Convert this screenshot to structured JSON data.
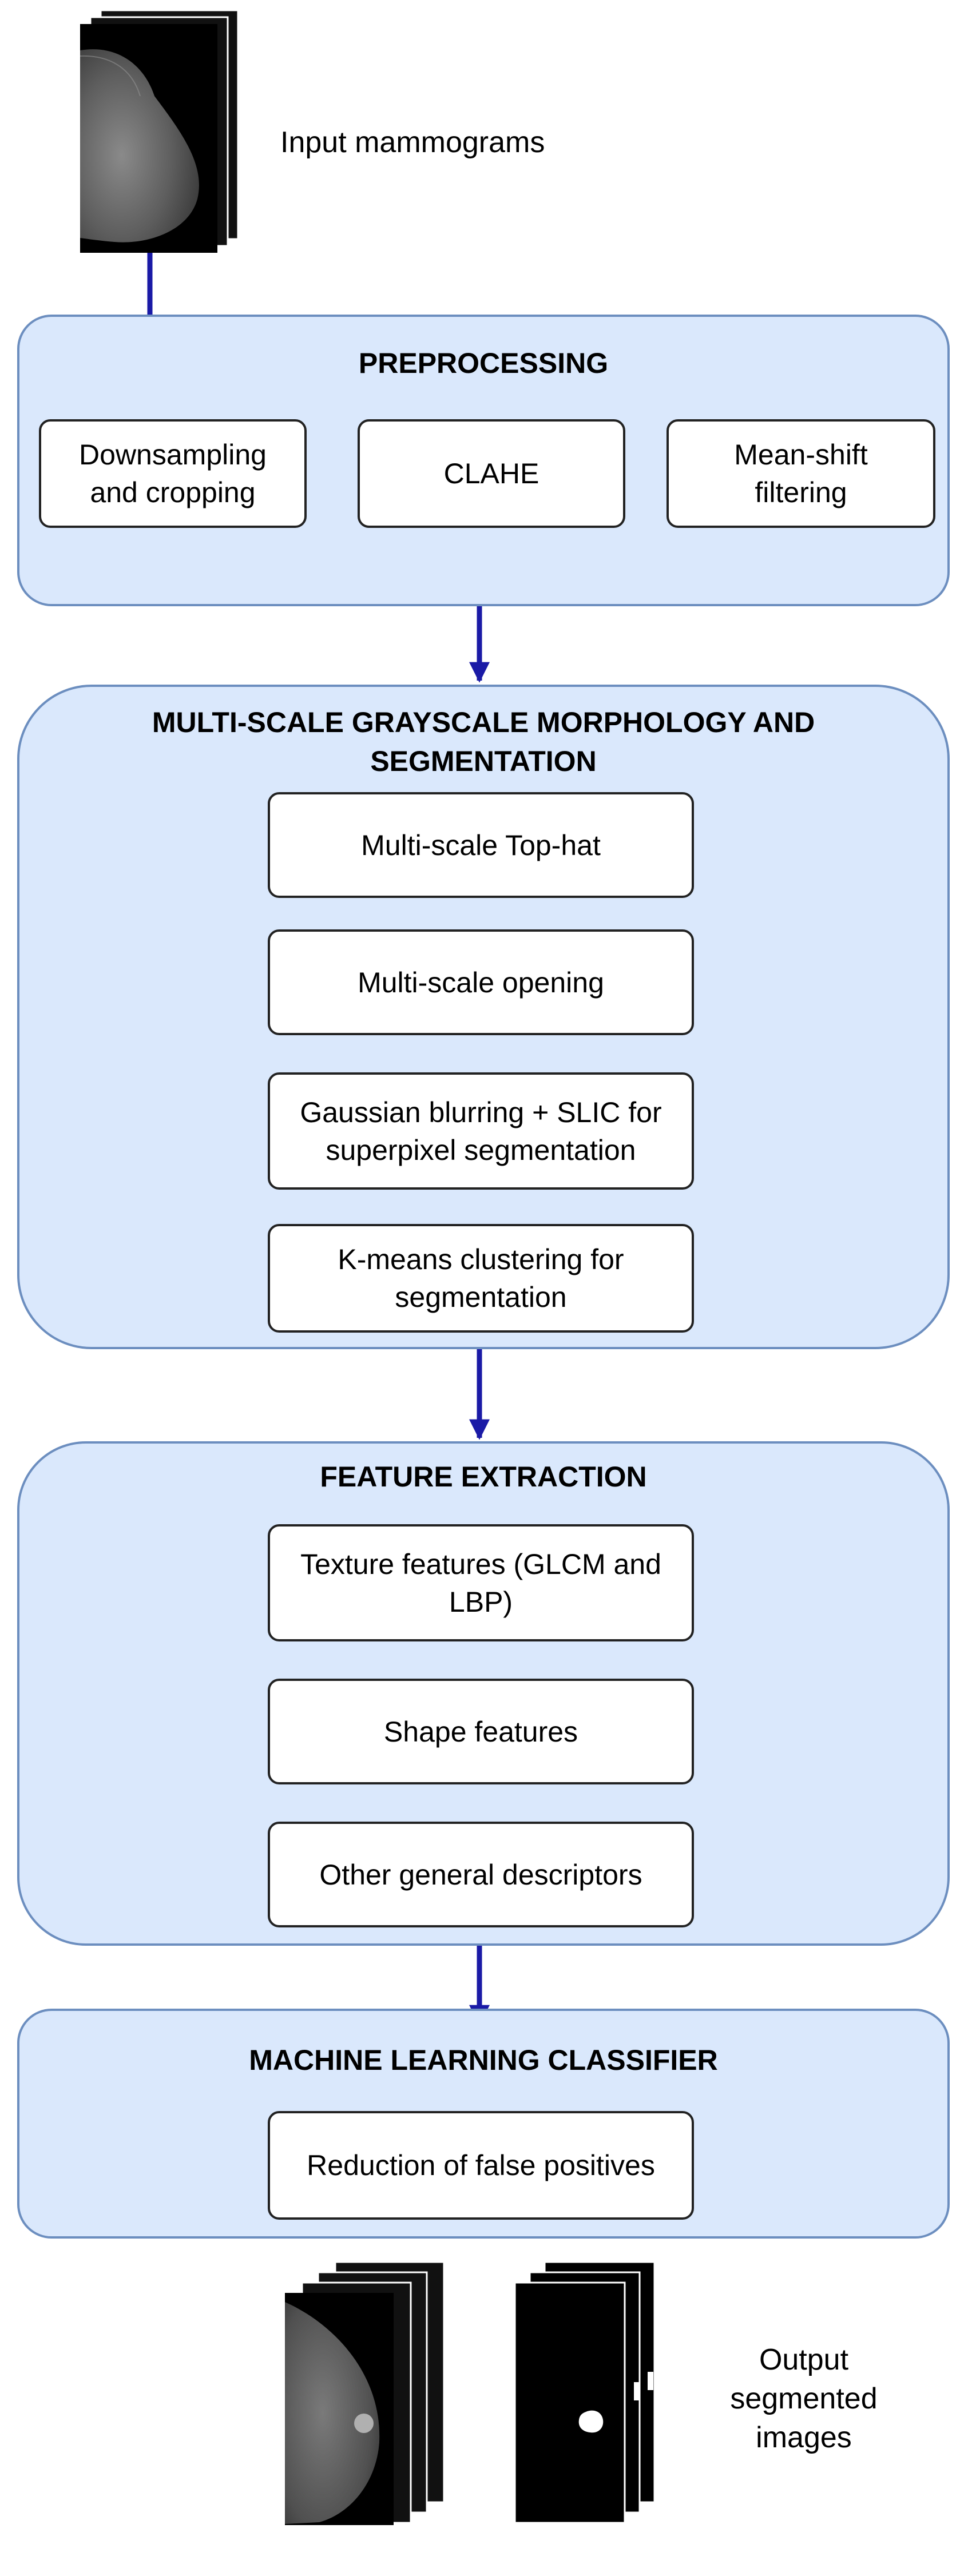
{
  "input_label": "Input mammograms",
  "output_label": "Output\nsegmented\nimages",
  "sections": {
    "preprocessing": {
      "title": "PREPROCESSING",
      "steps": [
        "Downsampling\nand cropping",
        "CLAHE",
        "Mean-shift\nfiltering"
      ]
    },
    "morphology": {
      "title": "MULTI-SCALE GRAYSCALE MORPHOLOGY AND\nSEGMENTATION",
      "steps": [
        "Multi-scale Top-hat",
        "Multi-scale opening",
        "Gaussian blurring + SLIC for\nsuperpixel segmentation",
        "K-means clustering for\nsegmentation"
      ]
    },
    "features": {
      "title": "FEATURE EXTRACTION",
      "steps": [
        "Texture features (GLCM and\nLBP)",
        "Shape features",
        "Other general descriptors"
      ]
    },
    "classifier": {
      "title": "MACHINE LEARNING CLASSIFIER",
      "steps": [
        "Reduction of false positives"
      ]
    }
  },
  "colors": {
    "section_fill": "#dae8fc",
    "section_border": "#6c8ebf",
    "arrow": "#1a1aa6",
    "box_border": "#222222"
  },
  "icons": [
    "mammogram-stack-icon",
    "mammogram-stack-icon",
    "segmentation-mask-stack-icon"
  ]
}
